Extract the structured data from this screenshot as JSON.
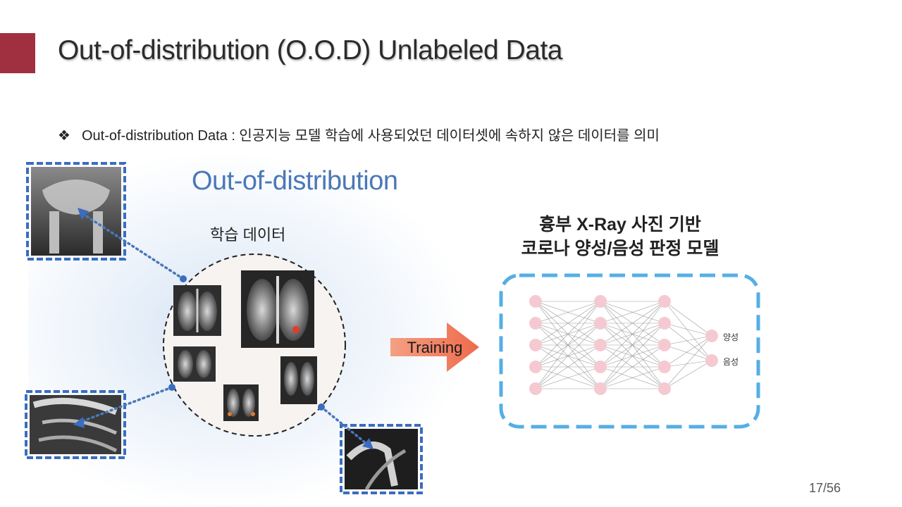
{
  "slide": {
    "title": "Out-of-distribution (O.O.D) Unlabeled Data",
    "bullet_mark": "❖",
    "bullet_text": "Out-of-distribution Data : 인공지능 모델 학습에 사용되었던 데이터셋에 속하지 않은 데이터를 의미",
    "page_number": "17/56"
  },
  "diagram": {
    "ood_heading": "Out-of-distribution",
    "training_data_label": "학습 데이터",
    "arrow_label": "Training",
    "model_title_line1": "흉부 X-Ray 사진 기반",
    "model_title_line2": "코로나 양성/음성 판정 모델",
    "output_positive": "양성",
    "output_negative": "음성"
  },
  "colors": {
    "accent": "#a03040",
    "ood_blue": "#4a78b8",
    "dashed_box_blue": "#3a6dbf",
    "model_border": "#55aee6",
    "arrow_orange": "#f07a5a",
    "node_pink": "#f6c9d2"
  }
}
